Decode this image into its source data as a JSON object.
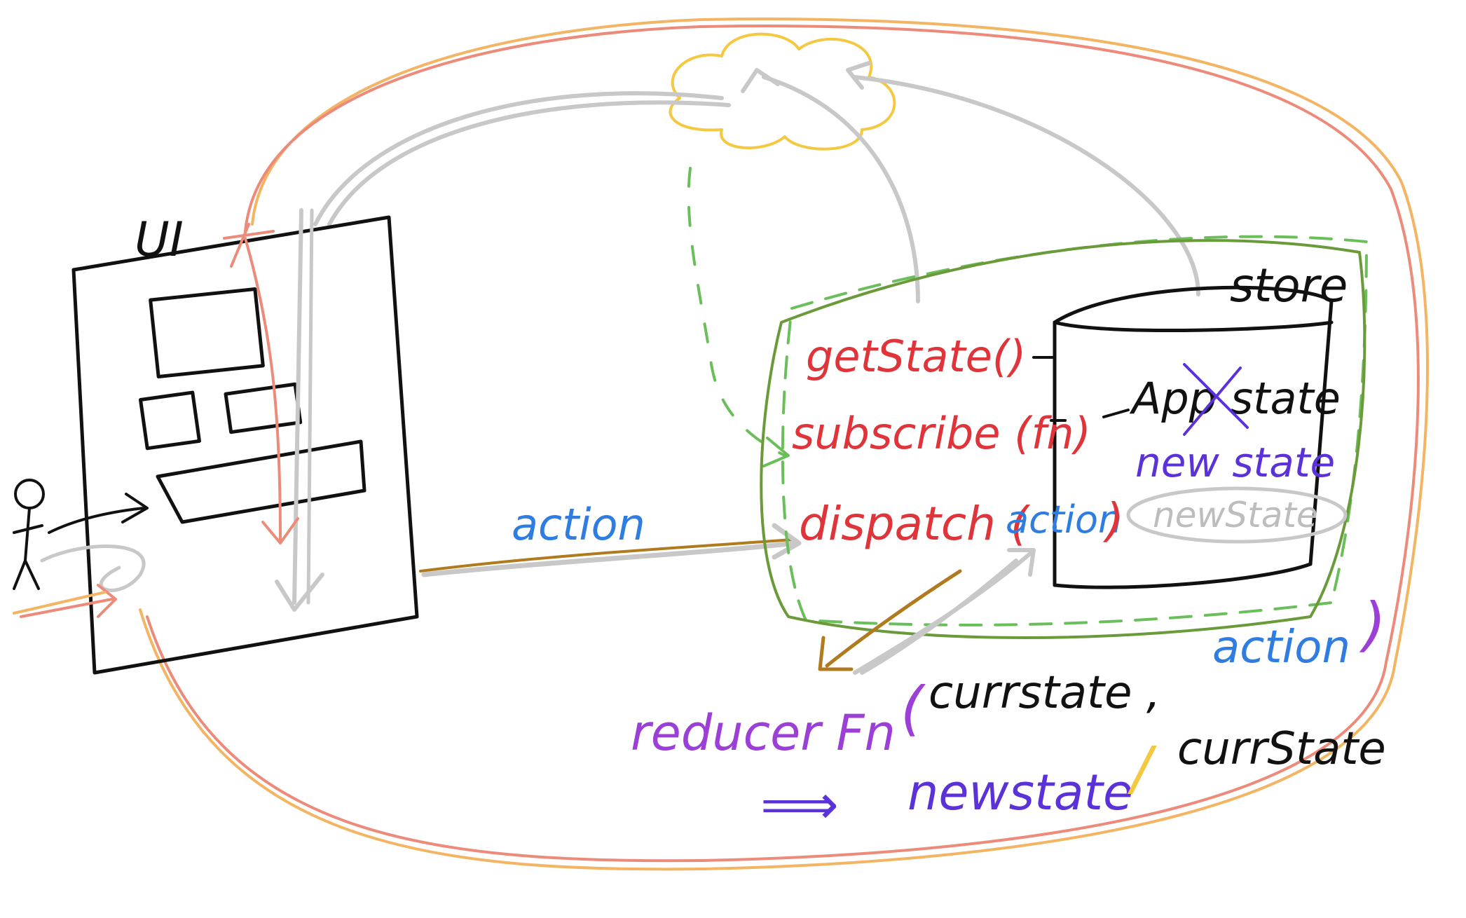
{
  "labels": {
    "ui": "UI",
    "store": "store",
    "action_arrow": "action",
    "fn_callback": "fn",
    "get_state": "getState()",
    "subscribe": "subscribe (fn)",
    "dispatch": "dispatch (",
    "dispatch_arg": "action",
    "dispatch_close": ")",
    "app_state": "App state",
    "new_state_inner": "new state",
    "new_state_circled": "newState",
    "reducer_fn": "reducer Fn",
    "reducer_open": "(",
    "reducer_curr": "currstate ,",
    "reducer_action": "action",
    "reducer_close": ")",
    "arrow": "⟹",
    "result_new": "newstate",
    "result_sep": "/",
    "result_curr": "currState"
  },
  "colors": {
    "ink": "#111111",
    "red": "#e0343b",
    "blue": "#2f7de1",
    "purple": "#9b3fd6",
    "violet": "#5a32d8",
    "green_box": "#6a9a3a",
    "green_dash": "#6bbf5a",
    "grey": "#c8c8c8",
    "yellow": "#f5c842",
    "salmon": "#ec8b7a",
    "orange": "#f3b463",
    "brown": "#b07a1e"
  }
}
